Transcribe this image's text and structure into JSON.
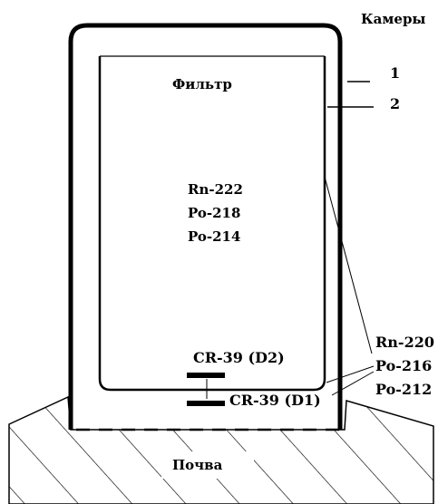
{
  "title": "Камеры",
  "callouts": {
    "one": "1",
    "two": "2"
  },
  "filter_label": "Фильтр",
  "inner_isotopes": [
    "Rn-222",
    "Po-218",
    "Po-214"
  ],
  "outer_isotopes": [
    "Rn-220",
    "Po-216",
    "Po-212"
  ],
  "detectors": {
    "d2": "CR-39 (D2)",
    "d1": "CR-39 (D1)"
  },
  "soil_label": "Почва",
  "colors": {
    "ink": "#000000",
    "background": "#ffffff"
  }
}
